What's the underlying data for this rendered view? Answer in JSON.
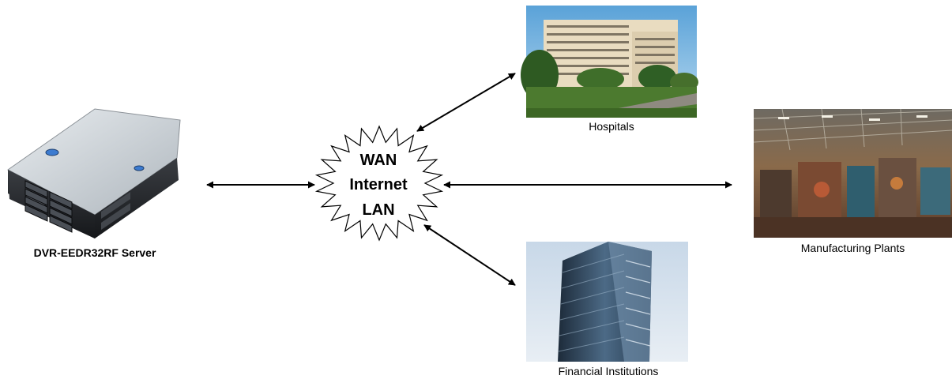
{
  "nodes": {
    "server": {
      "label": "DVR-EEDR32RF Server",
      "image": "rack-server-image"
    },
    "hub": {
      "lines": [
        "WAN",
        "Internet",
        "LAN"
      ],
      "shape": "starburst"
    },
    "hospitals": {
      "label": "Hospitals",
      "image": "hospital-building-photo"
    },
    "manufacturing": {
      "label": "Manufacturing Plants",
      "image": "factory-interior-photo"
    },
    "financial": {
      "label": "Financial Institutions",
      "image": "office-tower-photo"
    }
  },
  "edges": [
    {
      "from": "server",
      "to": "hub",
      "direction": "both"
    },
    {
      "from": "hub",
      "to": "hospitals",
      "direction": "both"
    },
    {
      "from": "hub",
      "to": "manufacturing",
      "direction": "both"
    },
    {
      "from": "hub",
      "to": "financial",
      "direction": "both"
    }
  ]
}
